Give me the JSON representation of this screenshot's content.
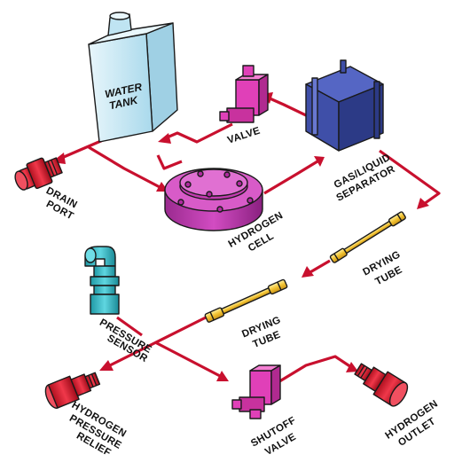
{
  "labels": {
    "water_tank_line1": "WATER",
    "water_tank_line2": "TANK",
    "valve": "VALVE",
    "separator_line1": "GAS/LIQUID",
    "separator_line2": "SEPARATOR",
    "drain_line1": "DRAIN",
    "drain_line2": "PORT",
    "cell_line1": "HYDROGEN",
    "cell_line2": "CELL",
    "drying_tube_upper_line1": "DRYING",
    "drying_tube_upper_line2": "TUBE",
    "drying_tube_lower_line1": "DRYING",
    "drying_tube_lower_line2": "TUBE",
    "pressure_sensor_line1": "PRESSURE",
    "pressure_sensor_line2": "SENSOR",
    "relief_line1": "HYDROGEN",
    "relief_line2": "PRESSURE",
    "relief_line3": "RELIEF",
    "shutoff_line1": "SHUTOFF",
    "shutoff_line2": "VALVE",
    "outlet_line1": "HYDROGEN",
    "outlet_line2": "OUTLET"
  },
  "colors": {
    "pipe": "#c8102e",
    "tank": "#cfe9f5",
    "cell": "#c23bb0",
    "valve": "#e040b8",
    "separator": "#3f4fa8",
    "drain": "#e0203a",
    "drying_tube": "#f2c230",
    "sensor": "#2fbcc8"
  }
}
